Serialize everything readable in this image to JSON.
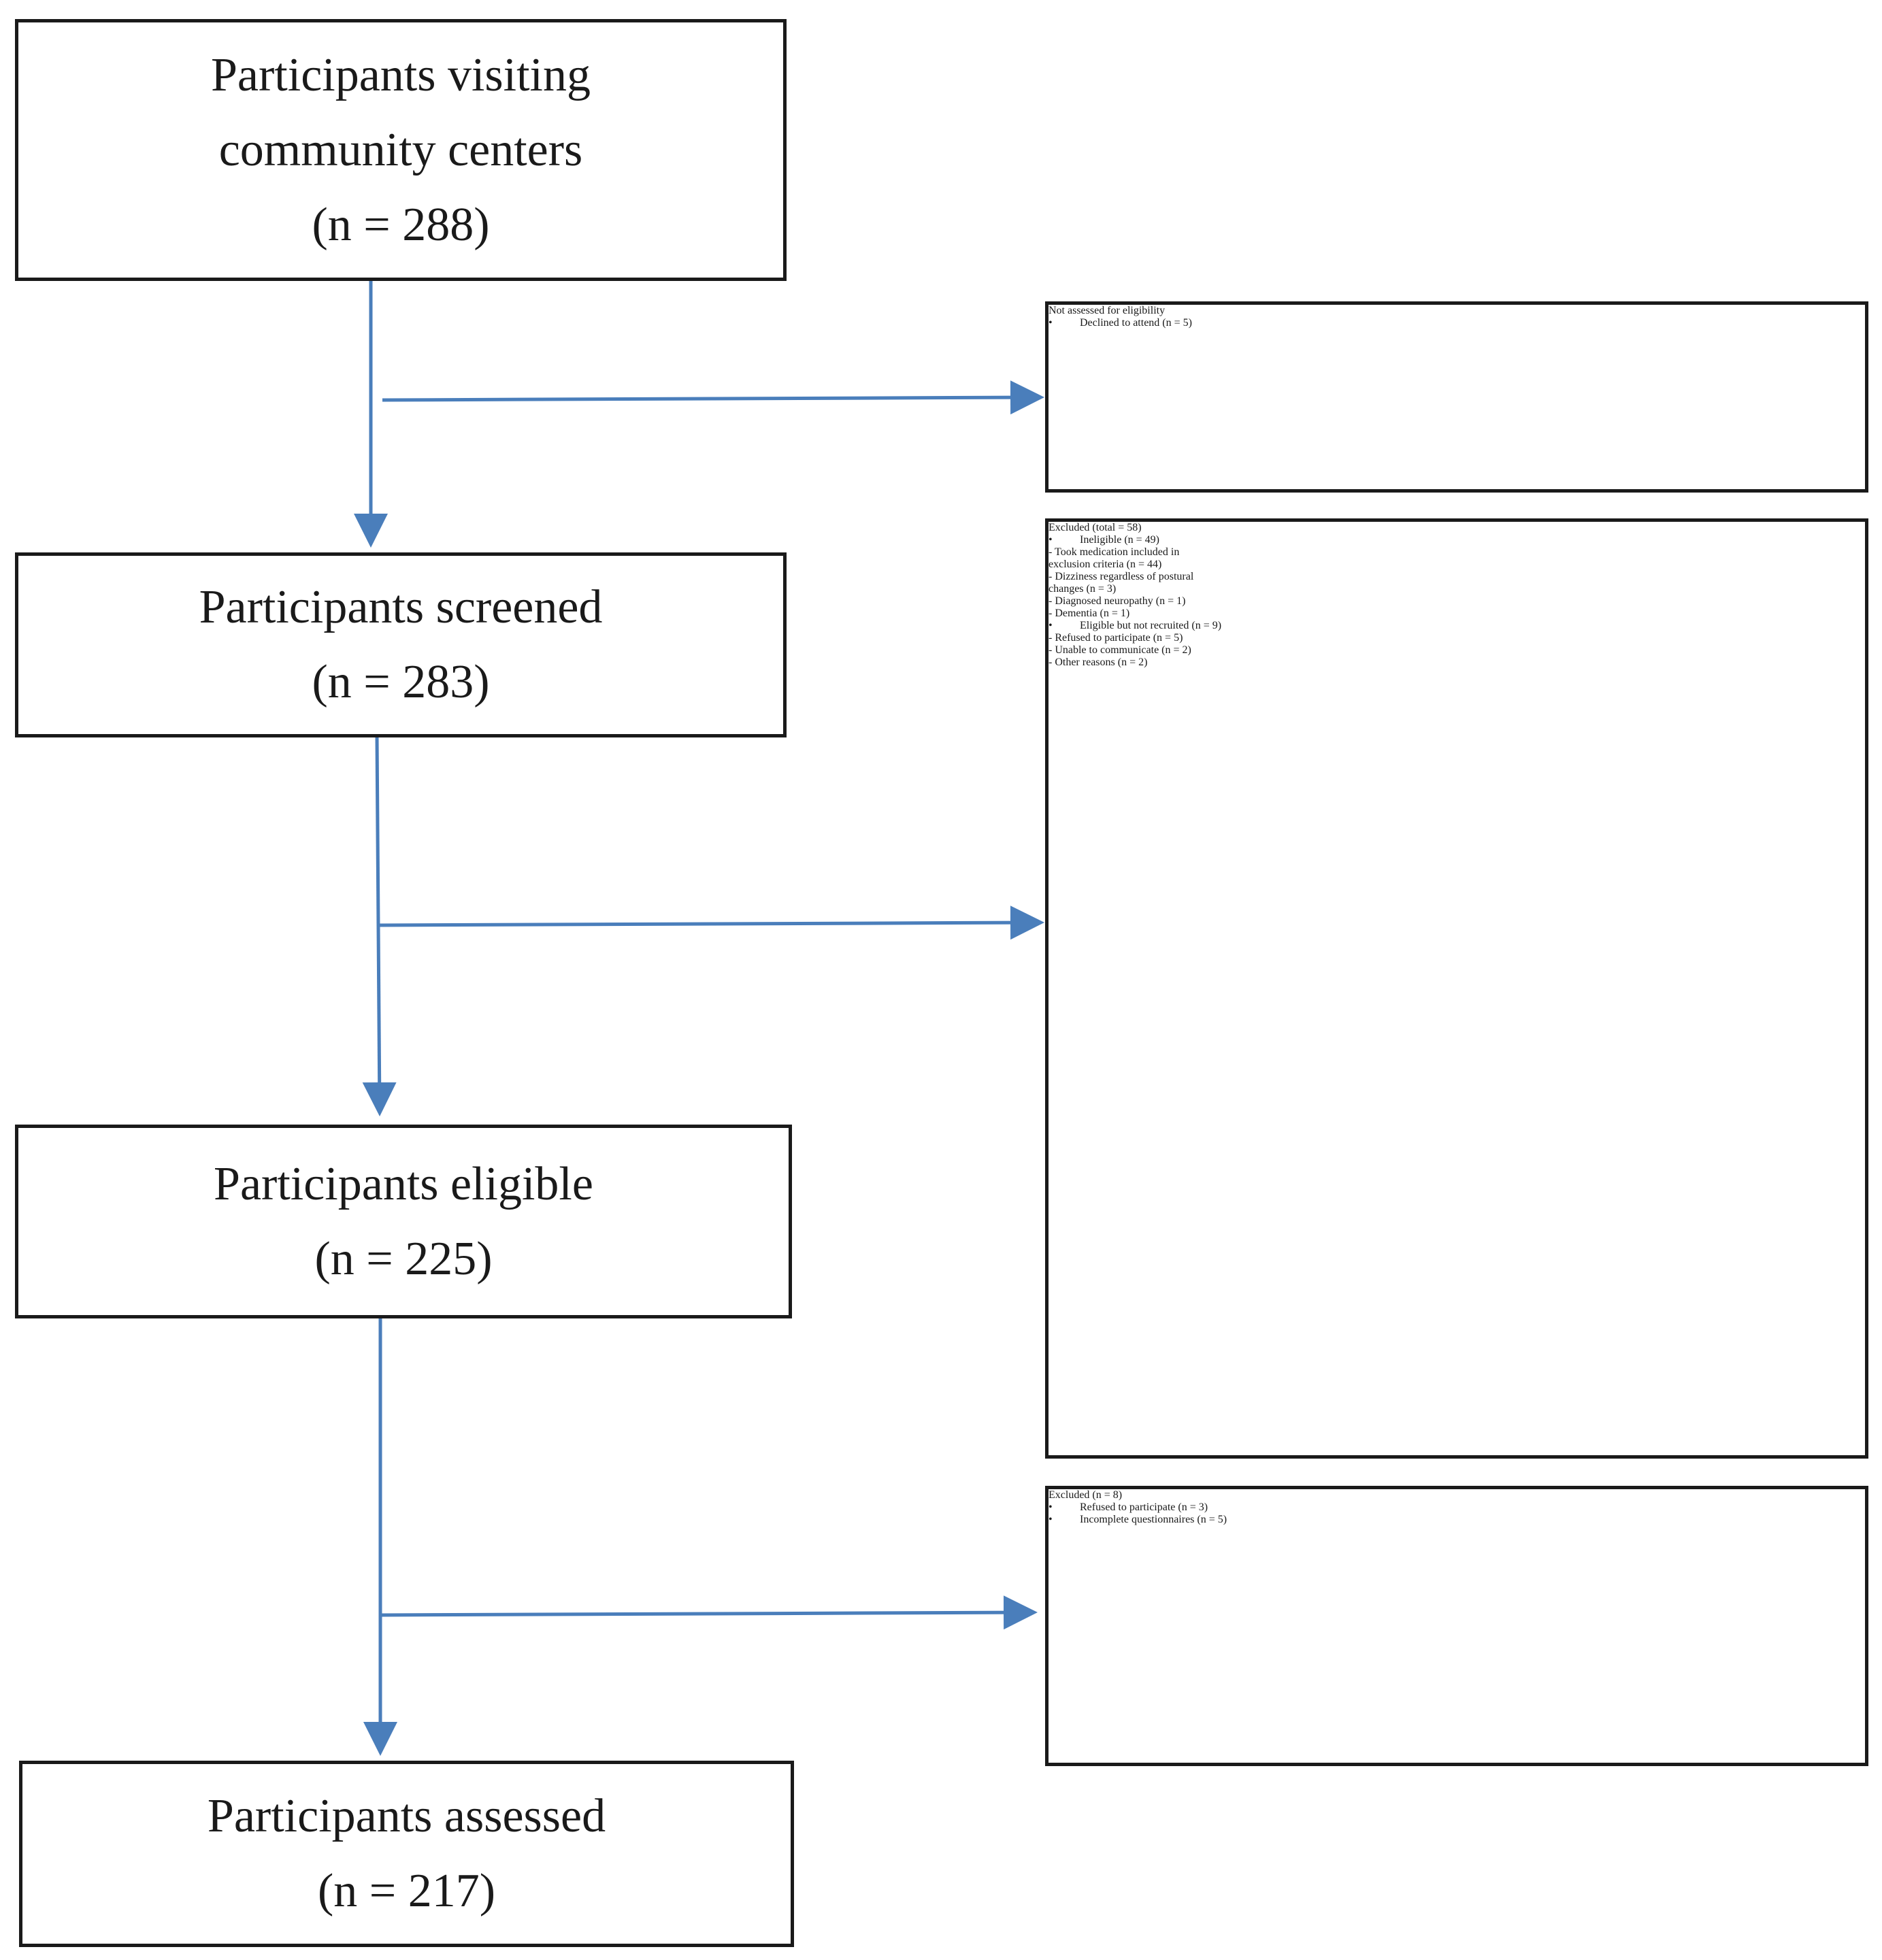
{
  "main_boxes": {
    "visiting": [
      "Participants visiting",
      "community centers",
      "(n = 288)"
    ],
    "screened": [
      "Participants screened",
      "(n = 283)"
    ],
    "eligible": [
      "Participants eligible",
      "(n = 225)"
    ],
    "assessed": [
      "Participants assessed",
      "(n = 217)"
    ]
  },
  "side_boxes": {
    "not_assessed": {
      "title": "Not assessed for eligibility",
      "items": [
        "Declined to attend (n = 5)"
      ]
    },
    "excluded_total": {
      "title": "Excluded (total = 58)",
      "ineligible": "Ineligible (n = 49)",
      "ineligible_reasons": [
        "- Took medication included in",
        "exclusion criteria (n = 44)",
        "- Dizziness regardless of postural",
        "changes (n = 3)",
        "- Diagnosed neuropathy (n = 1)",
        "- Dementia (n = 1)"
      ],
      "not_recruited": "Eligible but not recruited (n = 9)",
      "not_recruited_reasons": [
        "- Refused to participate (n = 5)",
        "- Unable to communicate (n = 2)",
        "- Other reasons (n = 2)"
      ]
    },
    "excluded_final": {
      "title": "Excluded (n = 8)",
      "items": [
        "Refused to participate (n = 3)",
        "Incomplete questionnaires (n = 5)"
      ]
    }
  },
  "colors": {
    "arrow": "#4a7ebb",
    "border": "#1a1a1a"
  }
}
